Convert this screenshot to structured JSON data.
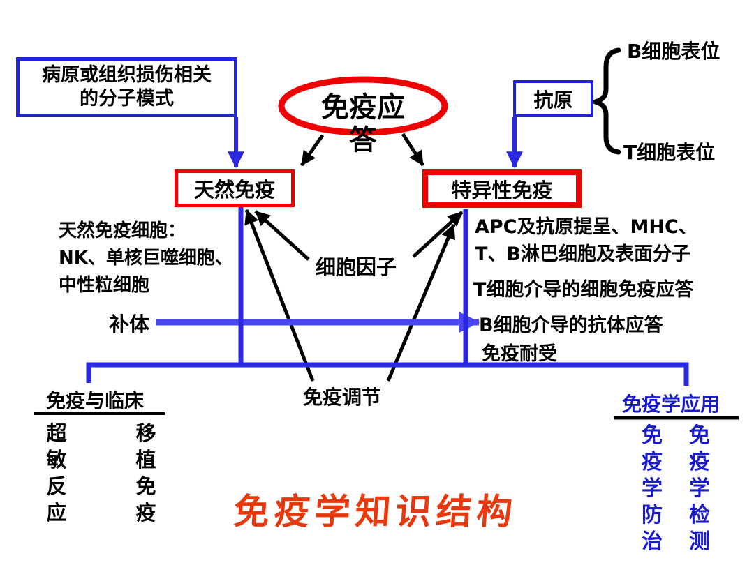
{
  "ellipse": {
    "line1": "免疫应",
    "line2": "答"
  },
  "boxes": {
    "pathogen": {
      "line1": "病原或组织损伤相关",
      "line2": "的分子模式"
    },
    "antigen": {
      "label": "抗原"
    },
    "innate": {
      "label": "天然免疫"
    },
    "specific": {
      "label": "特异性免疫"
    }
  },
  "epitopes": {
    "b": "B细胞表位",
    "t": "T细胞表位"
  },
  "innate_cells": {
    "line1": "天然免疫细胞：",
    "line2": "NK、单核巨噬细胞、",
    "line3": "中性粒细胞"
  },
  "labels": {
    "cytokines": "细胞因子",
    "complement": "补体",
    "apc_line1": "APC及抗原提呈、MHC、",
    "apc_line2": "T、B淋巴细胞及表面分子",
    "t_cell_response": "T细胞介导的细胞免疫应答",
    "b_cell_response": "B细胞介导的抗体应答",
    "tolerance": "免疫耐受",
    "regulation": "免疫调节",
    "clinical": "免疫与临床",
    "application": "免疫学应用"
  },
  "vertical": {
    "hypersensitivity": "超敏反应",
    "transplant": "移植免疫",
    "prevention": "免疫学防治",
    "detection": "免疫学检测"
  },
  "title": {
    "text": "免疫学知识结构"
  },
  "colors": {
    "line_blue": "#2323d6",
    "arrow_blue": "#4a46f2",
    "text_blue": "#1b1bce",
    "box_red": "#ee0000",
    "title_red": "#e8390e",
    "black": "#000000"
  }
}
